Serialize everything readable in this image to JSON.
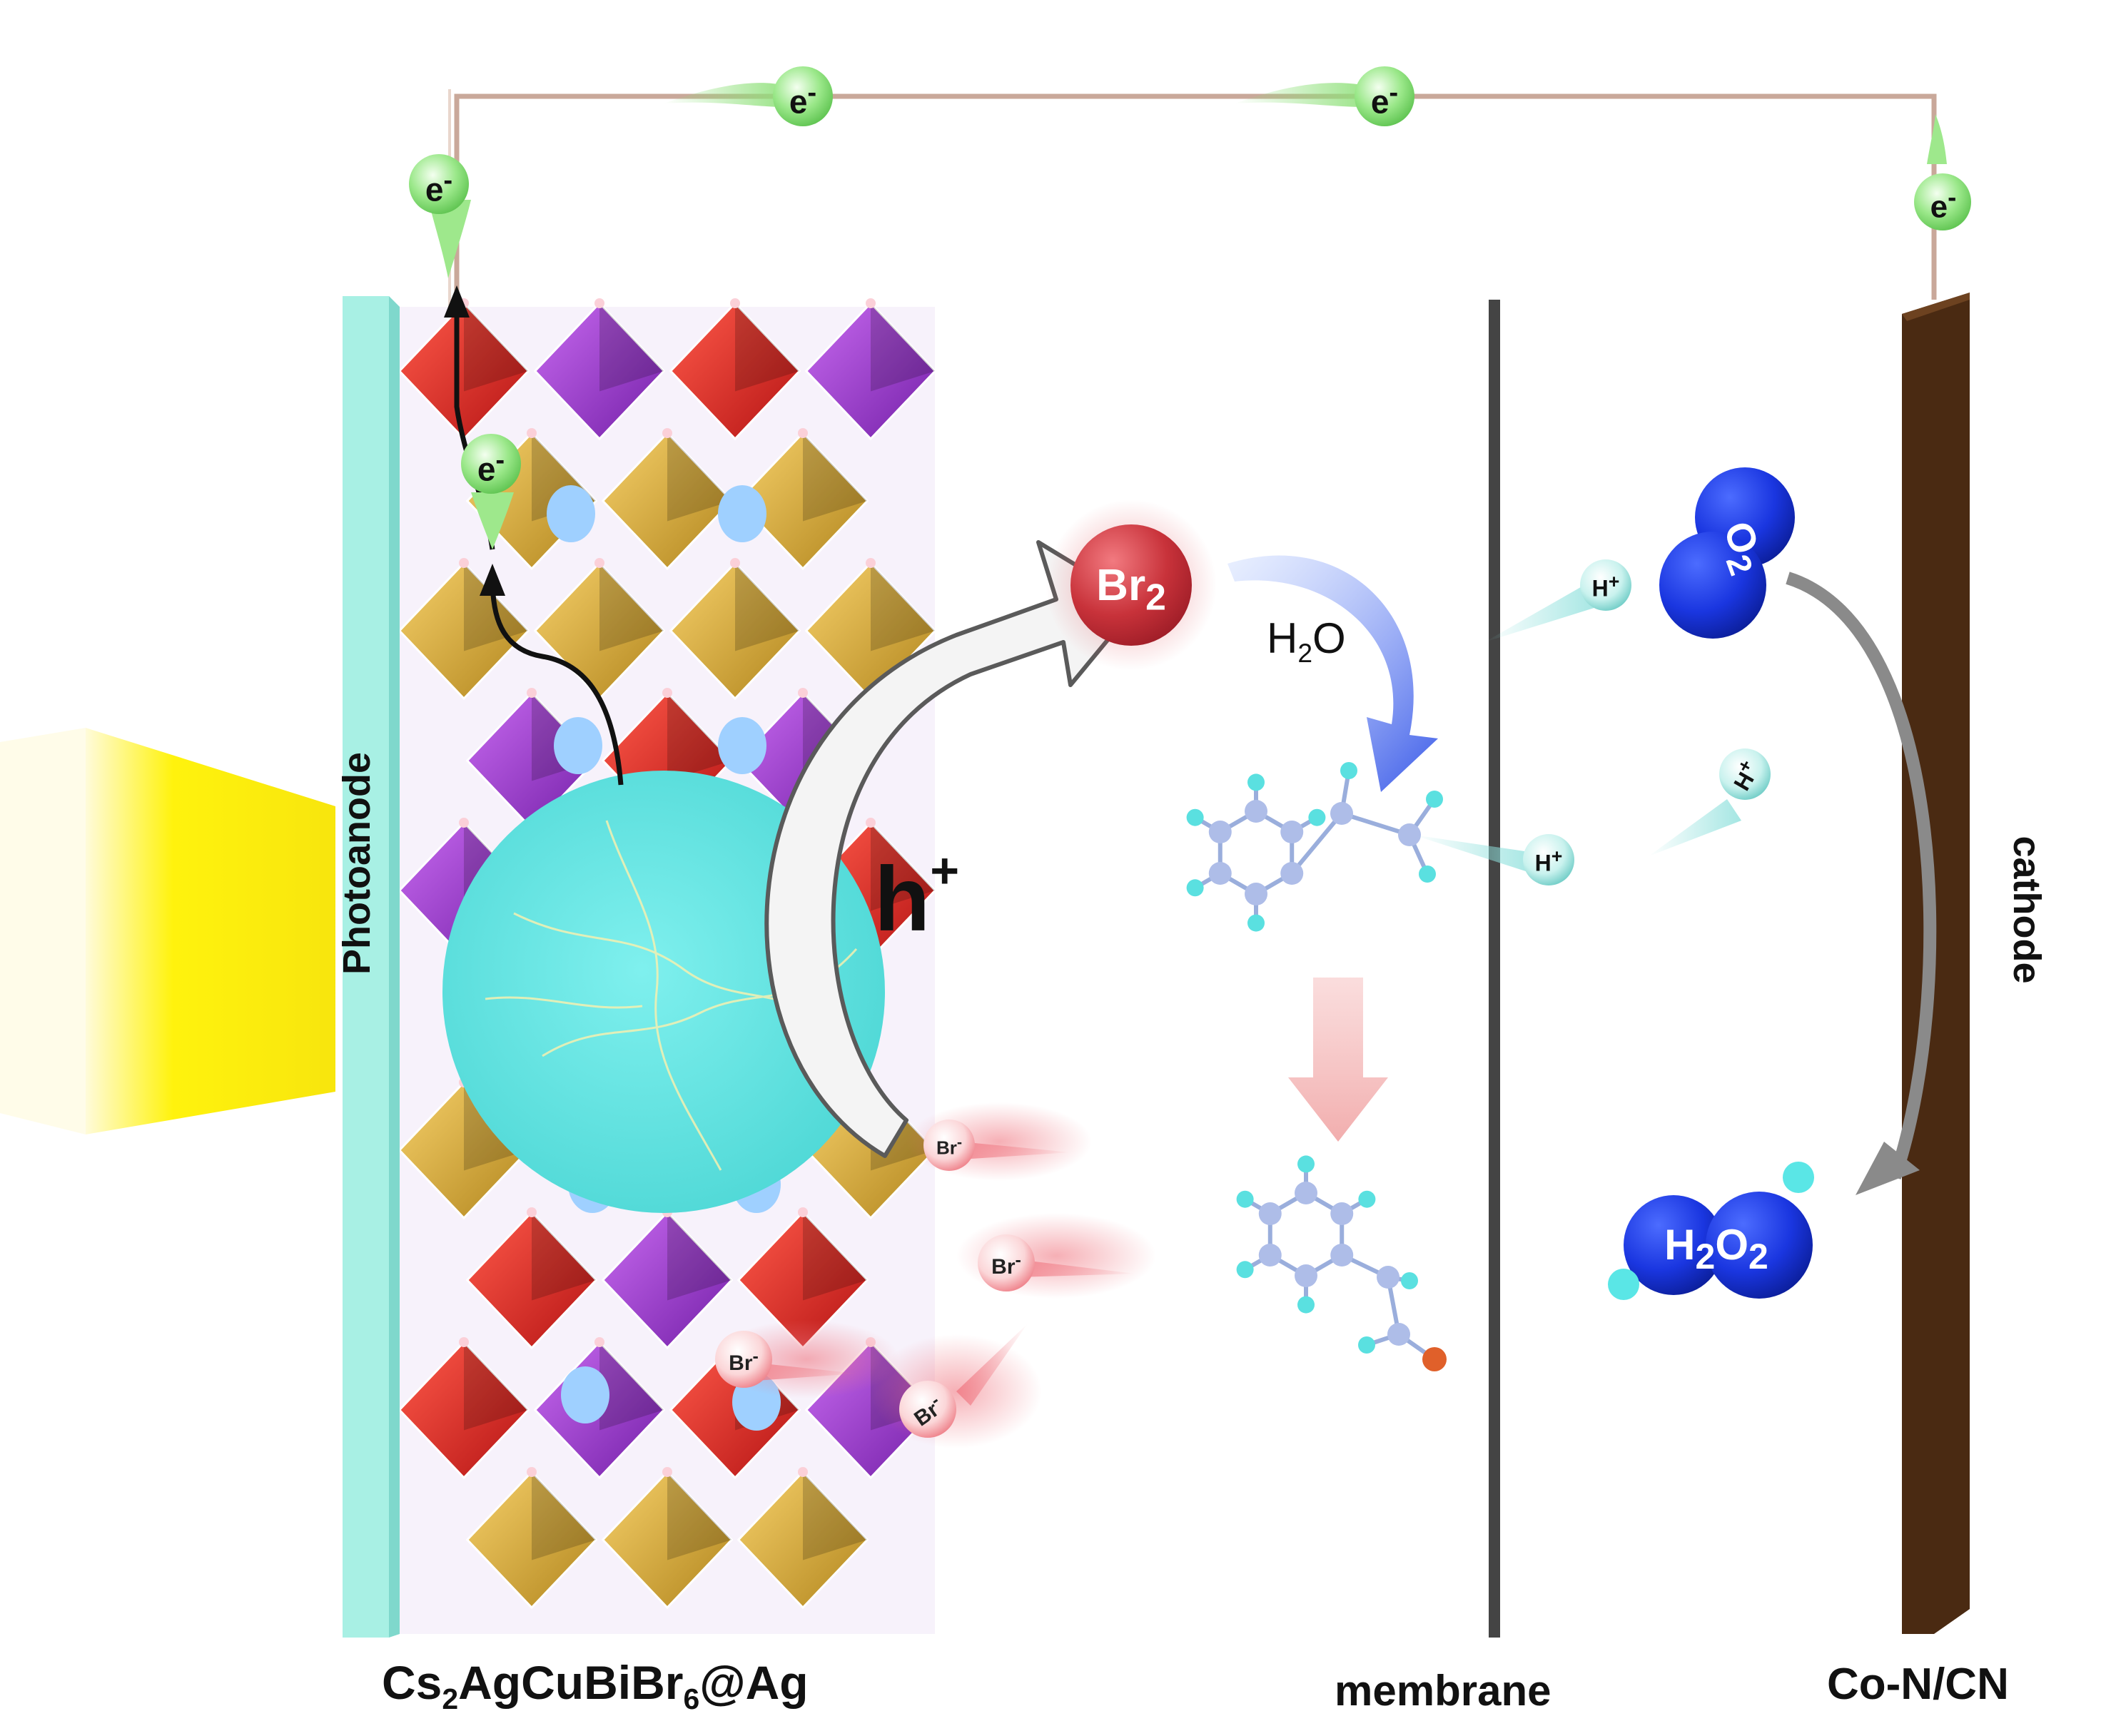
{
  "labels": {
    "photoanode": "Photoanode",
    "cathode": "cathode",
    "membrane": "membrane",
    "material_main": "Cs",
    "material_sub2": "2",
    "material_mid": "AgCuBiBr",
    "material_sub6": "6",
    "material_end": "@Ag",
    "cathode_material": "Co-N/CN",
    "hole": "h",
    "hole_sup": "+",
    "water_main": "H",
    "water_sub": "2",
    "water_end": "O"
  },
  "species": {
    "electron": "e",
    "electron_sup": "-",
    "bromine_main": "Br",
    "bromine_sub": "2",
    "bromide": "Br",
    "bromide_sup": "-",
    "proton": "H",
    "proton_sup": "+",
    "oxygen_main": "O",
    "oxygen_sub": "2",
    "peroxide_h": "H",
    "peroxide_sub1": "2",
    "peroxide_o": "O",
    "peroxide_sub2": "2"
  },
  "colors": {
    "photoanode_bar": "#a8f0e4",
    "cathode_bar": "#4a2a12",
    "membrane_line": "#444444",
    "electron_glow": "#8fe07a",
    "bromine_ball": "#c8323a",
    "bromide_glow": "#f07a84",
    "proton_ball": "#7fd6d0",
    "oxygen_ball": "#1030d8",
    "light_beam": "#fff200",
    "particle": "#62e2e0",
    "octa_red": "#d8282a",
    "octa_gold": "#e2b23a",
    "octa_purple": "#a23ad2",
    "octa_magenta": "#e86ee8"
  },
  "icons": {
    "light_source": "light-beam-icon",
    "reactant": "styrene-molecule-icon",
    "product": "acetophenone-molecule-icon",
    "arrow": "curved-arrow-icon"
  }
}
